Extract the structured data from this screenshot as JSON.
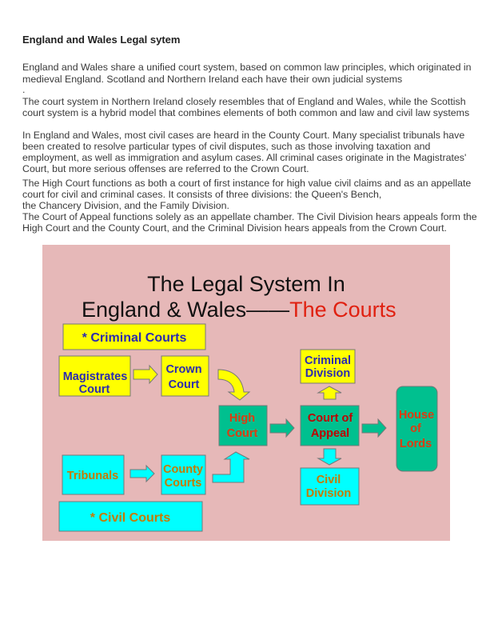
{
  "heading": "England and Wales Legal sytem",
  "paragraphs": [
    [
      "England and Wales share a unified court system, based on common law principles, which originated in",
      "medieval England. Scotland and Northern Ireland each have their own judicial systems",
      "."
    ],
    [
      "The court system in Northern Ireland closely resembles that of England and Wales, while the Scottish",
      "court system is a hybrid model that combines elements of both common and law and civil law systems"
    ],
    [
      "In England and Wales, most civil cases are heard in the County Court.  Many specialist tribunals have",
      "been created to resolve particular types of civil disputes, such as those involving taxation and",
      "employment, as well as immigration and asylum cases. All criminal cases originate in the Magistrates'",
      "Court, but more serious offenses are referred to the Crown Court."
    ],
    [
      "The High Court functions as both a court of first instance for high value civil claims and as an appellate",
      "court for civil and criminal cases. It consists of three divisions: the Queen's Bench,",
      "the Chancery Division, and the Family Division.",
      "The Court of Appeal functions solely as an appellate chamber. The Civil Division hears appeals form the",
      "High Court and the County Court, and the Criminal Division hears appeals from the Crown Court."
    ]
  ],
  "diagram": {
    "title_line1": "The Legal System In",
    "title_line2": "England & Wales——",
    "title_accent": "The Courts",
    "criminal_label": "*   Criminal Courts",
    "civil_label": "*   Civil Courts",
    "magistrates": [
      "Magistrates",
      "Court"
    ],
    "crown": [
      "Crown",
      "Court"
    ],
    "high": [
      "High",
      "Court"
    ],
    "appeal": [
      "Court of",
      "Appeal"
    ],
    "criminal_division": [
      "Criminal",
      "Division"
    ],
    "civil_division": [
      "Civil",
      "Division"
    ],
    "lords": [
      "House",
      "of",
      "Lords"
    ],
    "tribunals": "Tribunals",
    "county": [
      "County",
      "Courts"
    ],
    "colors": {
      "background": "#e6b8b8",
      "yellow": "#ffff00",
      "cyan": "#00ffff",
      "green": "#00c08f",
      "blue_text": "#2b2bb0",
      "orange_text": "#c77a00",
      "red_text": "#e02010"
    }
  }
}
